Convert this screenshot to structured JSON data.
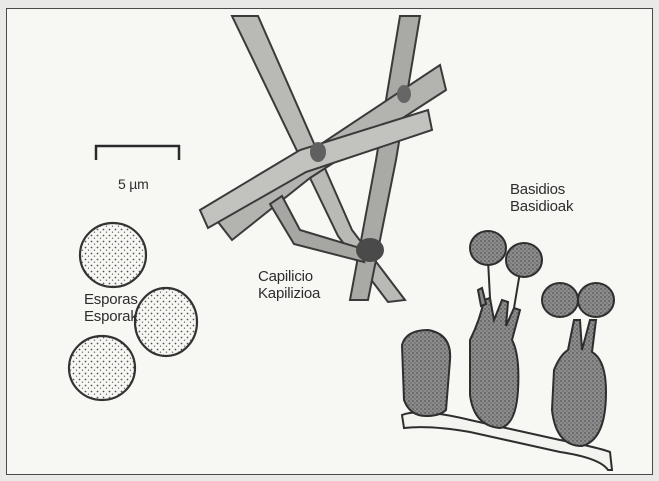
{
  "scale_bar": {
    "label": "5 µm"
  },
  "labels": {
    "spores": [
      "Esporas",
      "Esporak"
    ],
    "capillitium": [
      "Capilicio",
      "Kapilizioa"
    ],
    "basidia": [
      "Basidios",
      "Basidioak"
    ]
  }
}
